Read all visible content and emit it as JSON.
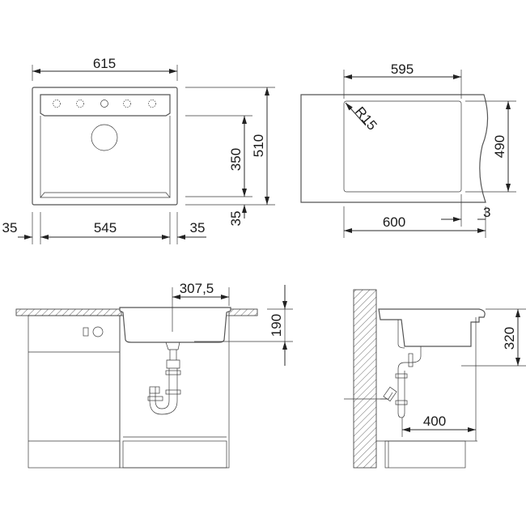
{
  "top_view": {
    "overall_width": "615",
    "overall_depth": "510",
    "bowl_depth": "350",
    "front_edge": "35",
    "left_edge": "35",
    "bowl_width": "545",
    "right_edge": "35"
  },
  "cutout_view": {
    "cutout_width": "595",
    "cutout_depth": "490",
    "corner_radius": "R15",
    "cabinet_width": "600",
    "offset": "3"
  },
  "front_view": {
    "drain_offset": "307,5",
    "bowl_height": "190"
  },
  "side_view": {
    "sink_height": "320",
    "drain_distance": "400"
  },
  "colors": {
    "line": "#2a2a2a",
    "background": "#ffffff"
  }
}
